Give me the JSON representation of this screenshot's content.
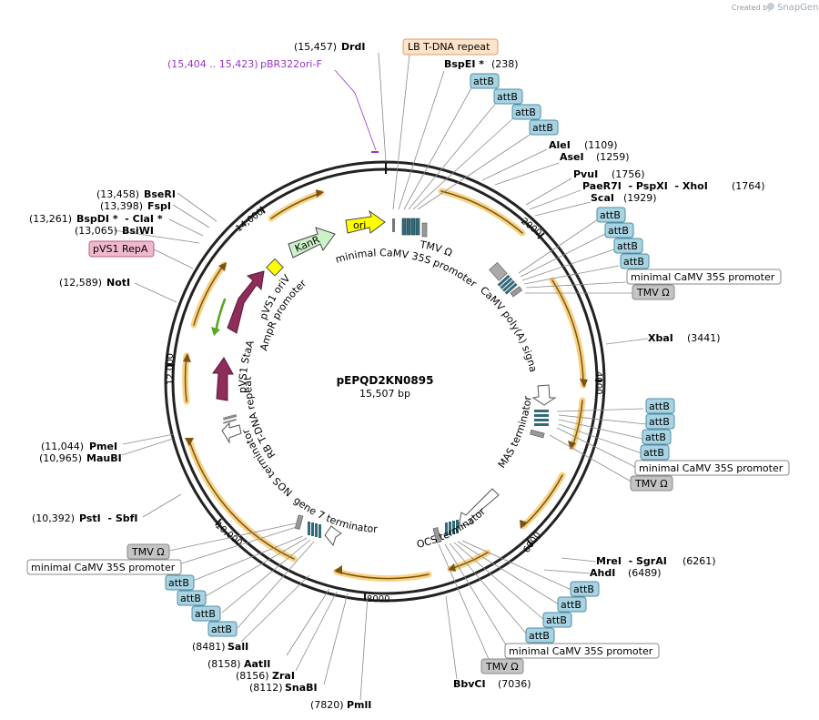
{
  "credit": {
    "prefix": "Created by",
    "brand": "SnapGene"
  },
  "plasmid": {
    "name": "pEPQD2KN0895",
    "size": "15,507 bp"
  },
  "ticks": [
    "2000",
    "4000",
    "6000",
    "8000",
    "10,000",
    "12,000",
    "14,000"
  ],
  "primer": {
    "range": "(15,404 .. 15,423)",
    "name": "pBR322ori-F"
  },
  "sites_right": [
    {
      "pos": "(238)",
      "name": "BspEI *"
    },
    {
      "pos": "(1109)",
      "name": "AleI"
    },
    {
      "pos": "(1259)",
      "name": "AseI"
    },
    {
      "pos": "(1756)",
      "name": "PvuI"
    },
    {
      "pos": "(1764)",
      "name": "PaeR7I  - PspXI  - XhoI"
    },
    {
      "pos": "(1929)",
      "name": "ScaI"
    },
    {
      "pos": "(3441)",
      "name": "XbaI"
    },
    {
      "pos": "(6261)",
      "name": "MreI  - SgrAI"
    },
    {
      "pos": "(6489)",
      "name": "AhdI"
    },
    {
      "pos": "(7036)",
      "name": "BbvCI"
    }
  ],
  "sites_left": [
    {
      "pos": "(15,457)",
      "name": "DrdI"
    },
    {
      "pos": "(13,458)",
      "name": "BseRI"
    },
    {
      "pos": "(13,398)",
      "name": "FspI"
    },
    {
      "pos": "(13,261)",
      "name": "BspDI *  - ClaI *"
    },
    {
      "pos": "(13,065)",
      "name": "BsiWI"
    },
    {
      "pos": "(12,589)",
      "name": "NotI"
    },
    {
      "pos": "(11,044)",
      "name": "PmeI"
    },
    {
      "pos": "(10,965)",
      "name": "MauBI"
    },
    {
      "pos": "(10,392)",
      "name": "PstI  - SbfI"
    },
    {
      "pos": "(8481)",
      "name": "SalI"
    },
    {
      "pos": "(8158)",
      "name": "AatII"
    },
    {
      "pos": "(8156)",
      "name": "ZraI"
    },
    {
      "pos": "(8112)",
      "name": "SnaBI"
    },
    {
      "pos": "(7820)",
      "name": "PmlI"
    }
  ],
  "boxes": {
    "lb_repeat": "LB T-DNA repeat",
    "pvs1_repa": "pVS1 RepA",
    "attb": "attB",
    "mini_35s": "minimal CaMV 35S promoter",
    "tmv": "TMV Ω"
  },
  "features": {
    "ori": "ori",
    "kanr": "KanR",
    "tmv_inner": "TMV Ω",
    "mini_35s_inner": "minimal CaMV 35S promoter",
    "camv_polya": "CaMV poly(A) signal",
    "mas_term": "MAS terminator",
    "ocs_term": "OCS terminator",
    "gene7_term": "gene 7 terminator",
    "nos_term": "NOS terminator",
    "rb_repeat": "RB T-DNA repeat",
    "pvs1_staa": "pVS1 StaA",
    "ampr_prom": "AmpR promoter",
    "pvs1_oriv": "pVS1 oriV"
  },
  "colors": {
    "attb": "#a8d3e2",
    "tmv": "#c4c4c4",
    "lb": "#fde3c9",
    "repa": "#f0b8cd",
    "primer": "#9a33cc",
    "arc": "#f7cc72",
    "maroon": "#8e2c5a",
    "kanr": "#cdf2c9",
    "ori": "#ffff00",
    "green": "#56a61e"
  }
}
